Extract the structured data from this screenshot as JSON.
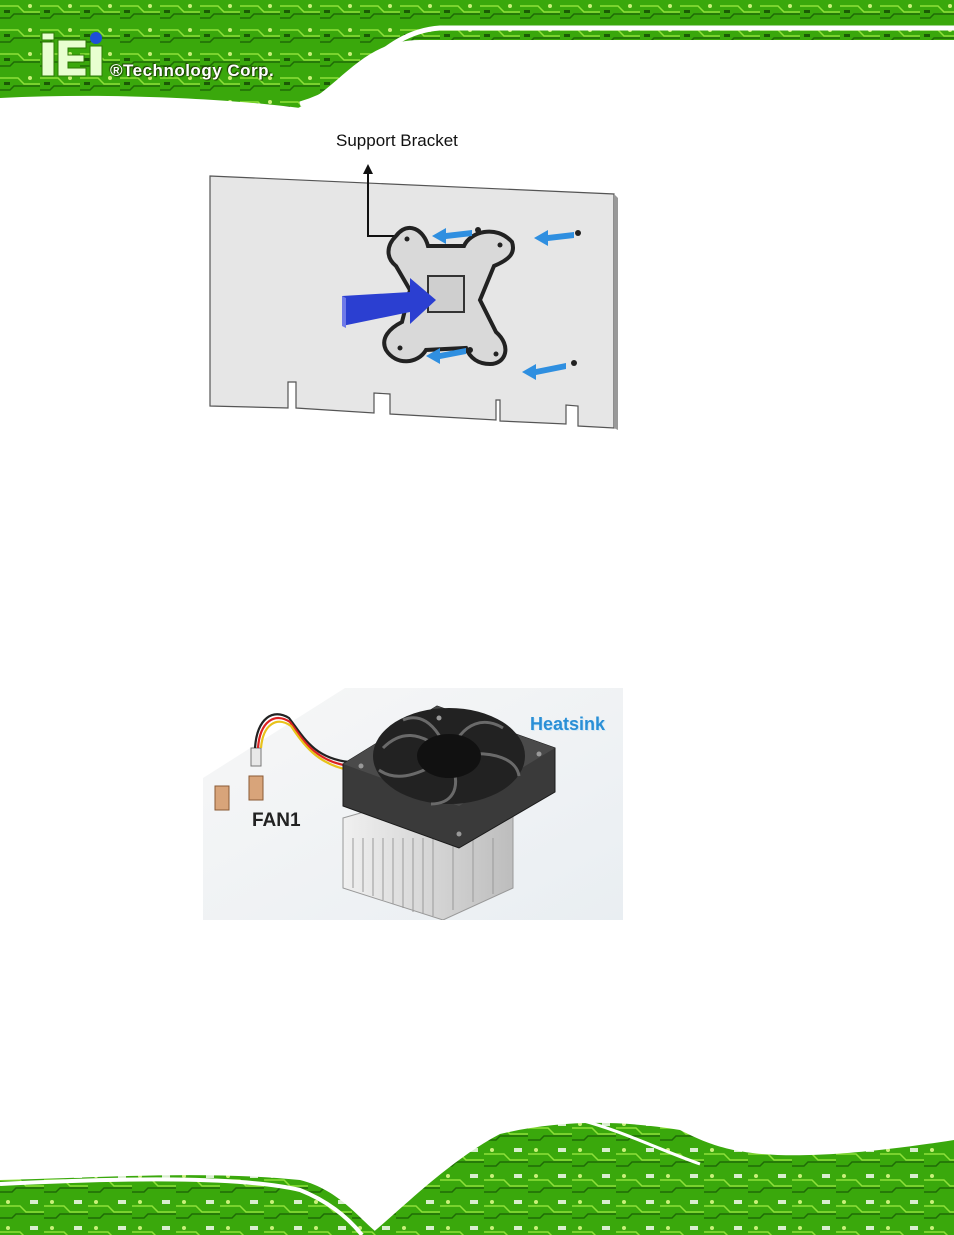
{
  "header": {
    "logo_mark": "iEi",
    "logo_text": "®Technology Corp."
  },
  "figure1": {
    "label": "Support Bracket"
  },
  "figure2": {
    "connector_label": "FAN1",
    "heatsink_label": "Heatsink"
  },
  "colors": {
    "pcb_green": "#4dbf12",
    "pcb_dark": "#1f6b06",
    "arrow_blue": "#2f8fe0",
    "push_arrow": "#2b3fd1"
  }
}
